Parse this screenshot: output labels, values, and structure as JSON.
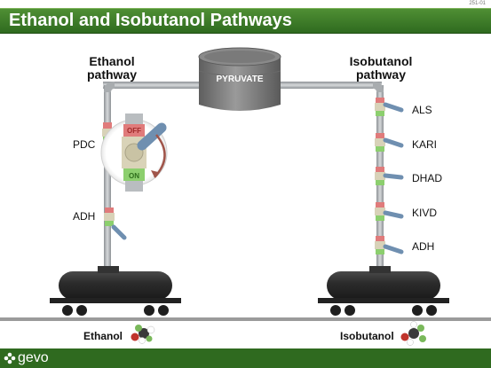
{
  "slide_code": "251-01",
  "title": "Ethanol and Isobutanol Pathways",
  "tank": {
    "label": "PYRUVATE"
  },
  "ethanol": {
    "heading_line1": "Ethanol",
    "heading_line2": "pathway",
    "enzymes": [
      "PDC",
      "ADH"
    ],
    "zoom_valve": {
      "off_label": "OFF",
      "on_label": "ON"
    },
    "product": "Ethanol"
  },
  "isobutanol": {
    "heading_line1": "Isobutanol",
    "heading_line2": "pathway",
    "enzymes": [
      "ALS",
      "KARI",
      "DHAD",
      "KIVD",
      "ADH"
    ],
    "product": "Isobutanol"
  },
  "footer": {
    "brand": "gevo"
  },
  "colors": {
    "green_bar": "#2f6a1f",
    "pipe": "#b3b7ba",
    "tank": "#7b7b7b",
    "railcar": "#2b2b2b",
    "valve_off": "#e07b7b",
    "valve_on": "#8ccf6e",
    "handle": "#6f8fb0"
  }
}
